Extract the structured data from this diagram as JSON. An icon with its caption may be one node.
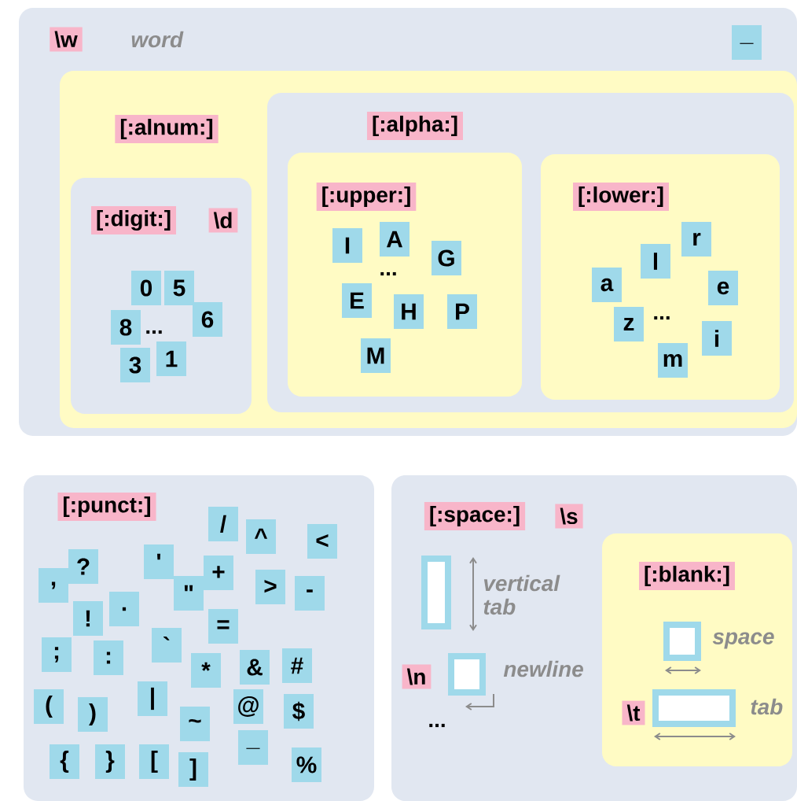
{
  "diagram": {
    "nodes": [
      {
        "text": [],
        "shape": "box"
      },
      {
        "text": [
          "\\w"
        ],
        "in": 0,
        "beside": [
          "word"
        ]
      },
      {
        "text": [
          "_"
        ],
        "in": 0
      },
      {
        "text": [],
        "shape": "box",
        "in": 0
      },
      {
        "text": [
          "[:alnum:]"
        ],
        "in": 3
      },
      {
        "text": [],
        "shape": "box",
        "in": 3
      },
      {
        "text": [
          "[:alpha:]"
        ],
        "in": 5
      },
      {
        "text": [],
        "shape": "box",
        "in": 3
      },
      {
        "text": [
          "[:digit:]"
        ],
        "in": 7
      },
      {
        "text": [
          "\\d"
        ],
        "in": 7
      },
      {
        "text": [
          "0"
        ],
        "in": 7
      },
      {
        "text": [
          "5"
        ],
        "in": 7
      },
      {
        "text": [
          "8"
        ],
        "in": 7
      },
      {
        "text": [
          "6"
        ],
        "in": 7
      },
      {
        "text": [
          "3"
        ],
        "in": 7
      },
      {
        "text": [
          "1"
        ],
        "in": 7
      },
      {
        "text": [],
        "shape": "box",
        "in": 5
      },
      {
        "text": [
          "[:upper:]"
        ],
        "in": 16
      },
      {
        "text": [
          "I"
        ],
        "in": 16
      },
      {
        "text": [
          "A"
        ],
        "in": 16
      },
      {
        "text": [
          "G"
        ],
        "in": 16
      },
      {
        "text": [
          "E"
        ],
        "in": 16
      },
      {
        "text": [
          "H"
        ],
        "in": 16
      },
      {
        "text": [
          "P"
        ],
        "in": 16
      },
      {
        "text": [
          "M"
        ],
        "in": 16
      },
      {
        "text": [],
        "shape": "box",
        "in": 5
      },
      {
        "text": [
          "[:lower:]"
        ],
        "in": 25
      },
      {
        "text": [
          "r"
        ],
        "in": 25
      },
      {
        "text": [
          "l"
        ],
        "in": 25
      },
      {
        "text": [
          "a"
        ],
        "in": 25
      },
      {
        "text": [
          "e"
        ],
        "in": 25
      },
      {
        "text": [
          "z"
        ],
        "in": 25
      },
      {
        "text": [
          "i"
        ],
        "in": 25
      },
      {
        "text": [
          "m"
        ],
        "in": 25
      },
      {
        "text": [],
        "shape": "box"
      },
      {
        "text": [
          "[:punct:]"
        ],
        "in": 34
      },
      {
        "text": [
          "/"
        ],
        "in": 34
      },
      {
        "text": [
          "^"
        ],
        "in": 34
      },
      {
        "text": [
          "<"
        ],
        "in": 34
      },
      {
        "text": [
          "'"
        ],
        "in": 34
      },
      {
        "text": [
          "?"
        ],
        "in": 34
      },
      {
        "text": [
          ","
        ],
        "in": 34
      },
      {
        "text": [
          "+"
        ],
        "in": 34
      },
      {
        "text": [
          "\""
        ],
        "in": 34
      },
      {
        "text": [
          ">"
        ],
        "in": 34
      },
      {
        "text": [
          "-"
        ],
        "in": 34
      },
      {
        "text": [
          "!"
        ],
        "in": 34
      },
      {
        "text": [
          "."
        ],
        "in": 34
      },
      {
        "text": [
          "="
        ],
        "in": 34
      },
      {
        "text": [
          "`"
        ],
        "in": 34
      },
      {
        "text": [
          ";"
        ],
        "in": 34
      },
      {
        "text": [
          ":"
        ],
        "in": 34
      },
      {
        "text": [
          "*"
        ],
        "in": 34
      },
      {
        "text": [
          "&"
        ],
        "in": 34
      },
      {
        "text": [
          "#"
        ],
        "in": 34
      },
      {
        "text": [
          "|"
        ],
        "in": 34
      },
      {
        "text": [
          "("
        ],
        "in": 34
      },
      {
        "text": [
          ")"
        ],
        "in": 34
      },
      {
        "text": [
          "@"
        ],
        "in": 34
      },
      {
        "text": [
          "$"
        ],
        "in": 34
      },
      {
        "text": [
          "~"
        ],
        "in": 34
      },
      {
        "text": [
          "{"
        ],
        "in": 34
      },
      {
        "text": [
          "}"
        ],
        "in": 34
      },
      {
        "text": [
          "["
        ],
        "in": 34
      },
      {
        "text": [
          "]"
        ],
        "in": 34
      },
      {
        "text": [
          "_"
        ],
        "in": 34
      },
      {
        "text": [
          "%"
        ],
        "in": 34
      },
      {
        "text": [],
        "shape": "box"
      },
      {
        "text": [
          "[:space:]"
        ],
        "in": 67
      },
      {
        "text": [
          "\\s"
        ],
        "in": 67
      },
      {
        "text": [],
        "shape": "box",
        "in": 67,
        "beside": [
          "vertical tab"
        ]
      },
      {
        "text": [
          "\\n"
        ],
        "in": 67
      },
      {
        "text": [],
        "shape": "box",
        "in": 67,
        "beside": [
          "newline"
        ]
      },
      {
        "text": [],
        "shape": "box",
        "in": 67
      },
      {
        "text": [
          "[:blank:]"
        ],
        "in": 73
      },
      {
        "text": [],
        "shape": "box",
        "in": 73,
        "beside": [
          "space"
        ]
      },
      {
        "text": [
          "\\t"
        ],
        "in": 73
      },
      {
        "text": [],
        "shape": "box",
        "in": 73,
        "beside": [
          "tab"
        ]
      }
    ],
    "labels": [
      "...",
      "...",
      "...",
      "..."
    ]
  }
}
